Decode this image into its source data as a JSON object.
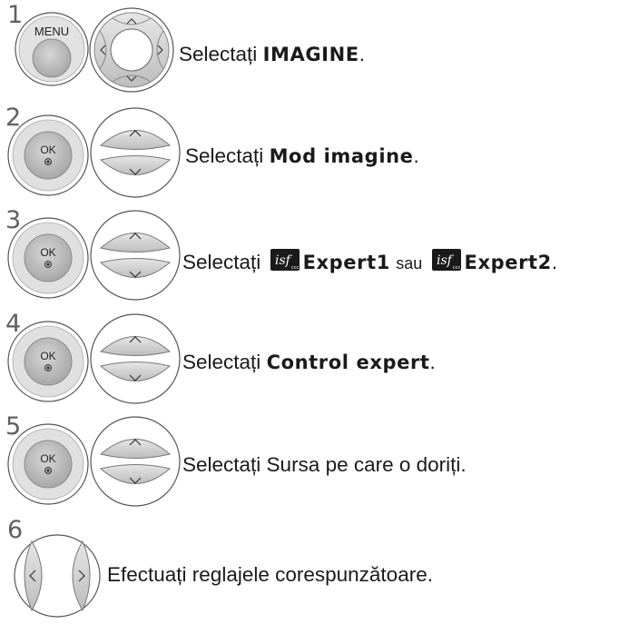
{
  "steps": [
    {
      "number": "1",
      "button": "MENU",
      "prefix": "Selectați ",
      "bold": "IMAGINE",
      "suffix": "."
    },
    {
      "number": "2",
      "button": "OK",
      "prefix": "Selectați ",
      "bold": "Mod imagine",
      "suffix": "."
    },
    {
      "number": "3",
      "button": "OK",
      "prefix": "Selectați ",
      "bold1": "Expert1",
      "middle": "sau",
      "bold2": "Expert2",
      "suffix": "."
    },
    {
      "number": "4",
      "button": "OK",
      "prefix": "Selectați ",
      "bold": "Control expert",
      "suffix": "."
    },
    {
      "number": "5",
      "button": "OK",
      "text": "Selectați Sursa pe care o doriți."
    },
    {
      "number": "6",
      "text": "Efectuați reglajele corespunzătoare."
    }
  ],
  "icons": {
    "isf_logo": "isf-logo-icon",
    "nav": "nav-pad-icon",
    "updown": "up-down-icon",
    "leftright": "left-right-icon"
  },
  "colors": {
    "button_fill": "#bdbdbd",
    "ring": "#d9d9d9",
    "outline": "#555555"
  }
}
